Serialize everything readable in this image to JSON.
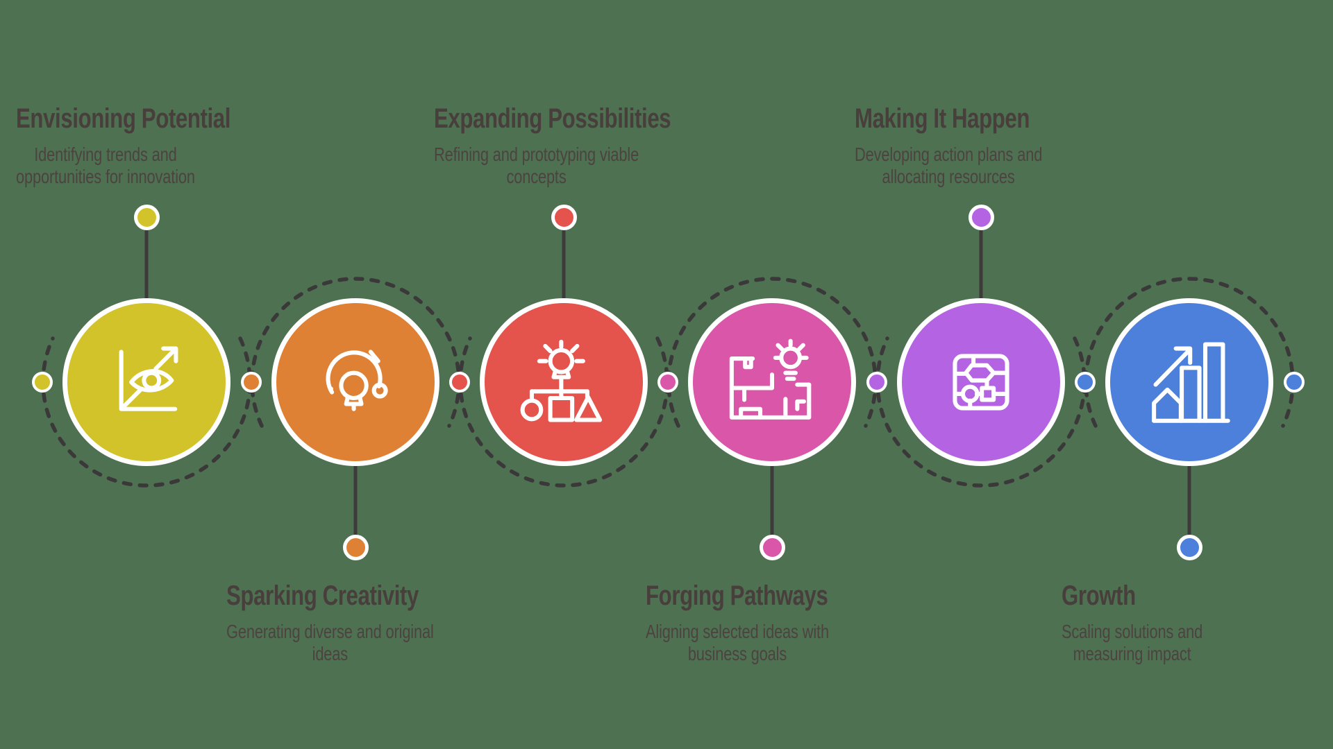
{
  "palette": {
    "background": "#4e7152",
    "wave_line": "#3b3839",
    "connector_line": "#3e3a3a",
    "title_color": "#483e3c",
    "subtitle_color": "#4c4340",
    "ring_white": "#ffffff"
  },
  "steps": [
    {
      "title": "Envisioning Potential",
      "subtitle": "Identifying trends and\nopportunities for innovation",
      "color": "#d3c32b",
      "label_position": "top",
      "icon": "vision-chart-icon"
    },
    {
      "title": "Sparking Creativity",
      "subtitle": "Generating diverse and original\nideas",
      "color": "#df8134",
      "label_position": "bottom",
      "icon": "lightbulb-gauge-icon"
    },
    {
      "title": "Expanding Possibilities",
      "subtitle": "Refining and prototyping viable\nconcepts",
      "color": "#e4534c",
      "label_position": "top",
      "icon": "idea-structure-icon"
    },
    {
      "title": "Forging Pathways",
      "subtitle": "Aligning selected ideas with\nbusiness goals",
      "color": "#d956a8",
      "label_position": "bottom",
      "icon": "map-lightbulb-icon"
    },
    {
      "title": "Making It Happen",
      "subtitle": "Developing action plans and\nallocating resources",
      "color": "#b464e2",
      "label_position": "top",
      "icon": "strategy-map-icon"
    },
    {
      "title": "Growth",
      "subtitle": "Scaling solutions and\nmeasuring impact",
      "color": "#4d80da",
      "label_position": "bottom",
      "icon": "growth-chart-icon"
    }
  ],
  "wave_dots": [
    {
      "color": "#d3c32b"
    },
    {
      "color": "#df8134"
    },
    {
      "color": "#e4534c"
    },
    {
      "color": "#d956a8"
    },
    {
      "color": "#b464e2"
    },
    {
      "color": "#4d80da"
    },
    {
      "color": "#4d80da"
    }
  ]
}
